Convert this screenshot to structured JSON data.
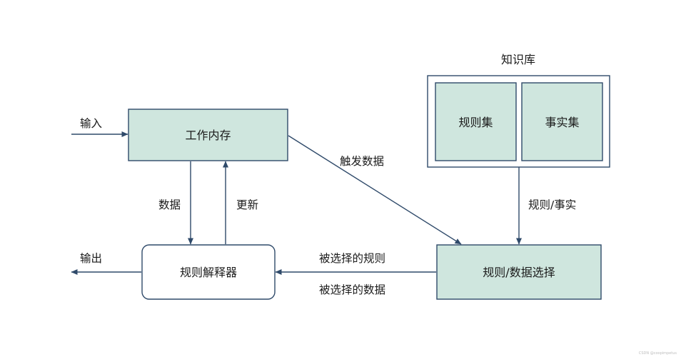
{
  "nodes": {
    "working_memory": "工作内存",
    "rule_interpreter": "规则解释器",
    "rule_data_selection": "规则/数据选择",
    "knowledge_base": "知识库",
    "rule_set": "规则集",
    "fact_set": "事实集"
  },
  "edges": {
    "input": "输入",
    "output": "输出",
    "data": "数据",
    "update": "更新",
    "trigger_data": "触发数据",
    "rules_facts": "规则/事实",
    "selected_rules": "被选择的规则",
    "selected_data": "被选择的数据"
  },
  "colors": {
    "box_fill": "#cfe6de",
    "stroke": "#2f4a6a"
  },
  "watermark": "CSDN @coopimpetus"
}
